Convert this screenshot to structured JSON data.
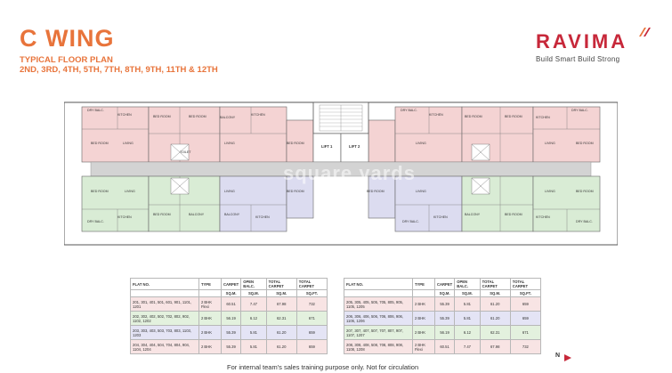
{
  "header": {
    "title": "C WING",
    "subtitle": "TYPICAL FLOOR PLAN",
    "floors": "2ND, 3RD, 4TH, 5TH, 7TH, 8TH, 9TH, 11TH & 12TH"
  },
  "brand": {
    "name": "RAVIMA",
    "tagline": "Build Smart Build Strong",
    "color": "#c7283a",
    "accent": "#e8743b"
  },
  "plan": {
    "room_labels": {
      "bed_room": "BED ROOM",
      "living": "LIVING",
      "kitchen": "KITCHEN",
      "balcony": "BALCONY",
      "toilet": "TOILET",
      "dry_balc": "DRY BALC.",
      "lift1": "LIFT 1",
      "lift2": "LIFT 2"
    },
    "colors": {
      "pink": "#f4d3d3",
      "green": "#d9ecd5",
      "lavender": "#dcdcf0",
      "corridor": "#d3d3d3"
    }
  },
  "watermark": "square yards",
  "tables": {
    "headers": {
      "flat_no": "FLAT NO.",
      "type": "TYPE",
      "carpet": "CARPET",
      "open_balc": "OPEN BALC.",
      "total_carpet": "TOTAL CARPET",
      "total_carpet2": "TOTAL CARPET",
      "sqm": "SQ.M.",
      "sqm2": "SQ.M.",
      "sqm3": "SQ.M.",
      "sqft": "SQ.FT."
    },
    "left": [
      {
        "flat": "201, 301, 401, 501, 601, 901, 1101, 1201",
        "type": "2 BHK Flexi",
        "carpet": "60.51",
        "open": "7.47",
        "total": "67.98",
        "sqft": "732",
        "color": "#f8e4e4"
      },
      {
        "flat": "202, 302, 402, 502, 702, 802, 902, 1102, 1202",
        "type": "2 BHK",
        "carpet": "56.19",
        "open": "6.12",
        "total": "62.31",
        "sqft": "671",
        "color": "#e3f1de"
      },
      {
        "flat": "203, 303, 403, 503, 703, 803, 1103, 1203",
        "type": "2 BHK",
        "carpet": "55.39",
        "open": "5.81",
        "total": "61.20",
        "sqft": "659",
        "color": "#e4e4f5"
      },
      {
        "flat": "204, 304, 404, 504, 704, 804, 904, 1104, 1204",
        "type": "2 BHK",
        "carpet": "55.39",
        "open": "5.81",
        "total": "61.20",
        "sqft": "659",
        "color": "#f8e4e4"
      }
    ],
    "right": [
      {
        "flat": "205, 305, 405, 505, 705, 805, 905, 1105, 1205",
        "type": "2 BHK",
        "carpet": "55.39",
        "open": "5.81",
        "total": "61.20",
        "sqft": "659",
        "color": "#f8e4e4"
      },
      {
        "flat": "206, 306, 406, 506, 706, 806, 906, 1106, 1206",
        "type": "2 BHK",
        "carpet": "55.39",
        "open": "5.81",
        "total": "61.20",
        "sqft": "659",
        "color": "#e4e4f5"
      },
      {
        "flat": "207, 307, 407, 507, 707, 807, 907, 1107, 1207",
        "type": "2 BHK",
        "carpet": "56.19",
        "open": "6.12",
        "total": "62.31",
        "sqft": "671",
        "color": "#e3f1de"
      },
      {
        "flat": "208, 308, 408, 508, 708, 808, 908, 1108, 1208",
        "type": "2 BHK Flexi",
        "carpet": "60.51",
        "open": "7.47",
        "total": "67.98",
        "sqft": "732",
        "color": "#f8e4e4"
      }
    ]
  },
  "footer": "For internal team's sales training purpose only. Not for circulation",
  "north_label": "N"
}
